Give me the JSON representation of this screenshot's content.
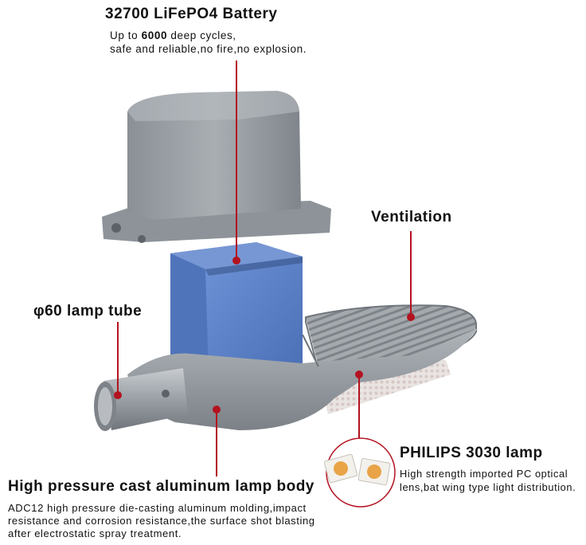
{
  "battery": {
    "title": "32700 LiFePO4 Battery",
    "desc_prefix": "Up to ",
    "desc_bold": "6000",
    "desc_suffix": " deep cycles,",
    "desc_line2": "safe and reliable,no fire,no explosion."
  },
  "ventilation": {
    "title": "Ventilation"
  },
  "lamp_tube": {
    "title": "φ60 lamp tube"
  },
  "led": {
    "title": "PHILIPS 3030 lamp",
    "desc_line1": "High strength imported PC optical",
    "desc_line2": "lens,bat wing type light distribution."
  },
  "lamp_body": {
    "title": "High pressure cast aluminum lamp body",
    "desc_line1": "ADC12 high pressure die-casting aluminum molding,impact",
    "desc_line2": "resistance and corrosion resistance,the surface shot blasting",
    "desc_line3": "after electrostatic spray treatment."
  },
  "colors": {
    "accent": "#b3121f",
    "battery_blue": "#5a7fc4",
    "housing_gray": "#9da3a8"
  }
}
